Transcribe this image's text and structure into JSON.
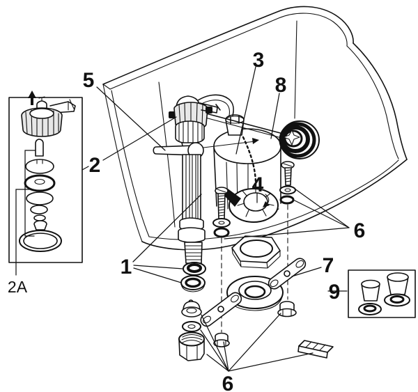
{
  "diagram": {
    "description": "Exploded parts diagram of a toilet tank assembly with numbered callouts",
    "colors": {
      "background": "#ffffff",
      "ink": "#111111"
    },
    "callouts": {
      "part1": "1",
      "part2": "2",
      "part2a": "2A",
      "part3": "3",
      "part4": "4",
      "part5": "5",
      "part6_right": "6",
      "part6_bottom": "6",
      "part7": "7",
      "part8": "8",
      "part9": "9"
    }
  }
}
